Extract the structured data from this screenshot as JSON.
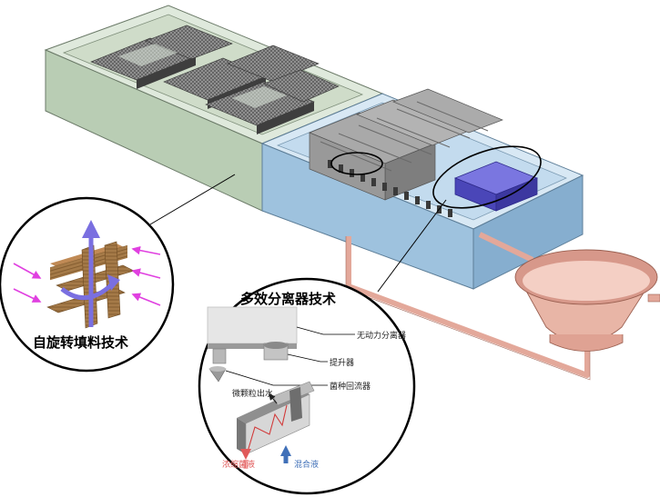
{
  "callouts": {
    "left": {
      "title": "自旋转填料技术"
    },
    "right": {
      "title": "多效分离器技术",
      "labels": {
        "unpowered_separator": "无动力分离器",
        "lifter": "提升器",
        "reflux": "菌种回流器",
        "particle_outlet": "微颗粒出水",
        "concentrated_sludge": "浓缩菌液",
        "mixed_liquor": "混合液"
      }
    }
  },
  "colors": {
    "left_tank": "#c9d9c4",
    "right_tank": "#a9c8e0",
    "modules": "#8a8a8a",
    "separator_unit": "#5a56c8",
    "pipe_and_vessel": "#e3a89a",
    "packing_wood": "#9a7040",
    "rotation_arrow": "#7a6fe0",
    "flow_arrows": "#e040e0"
  }
}
